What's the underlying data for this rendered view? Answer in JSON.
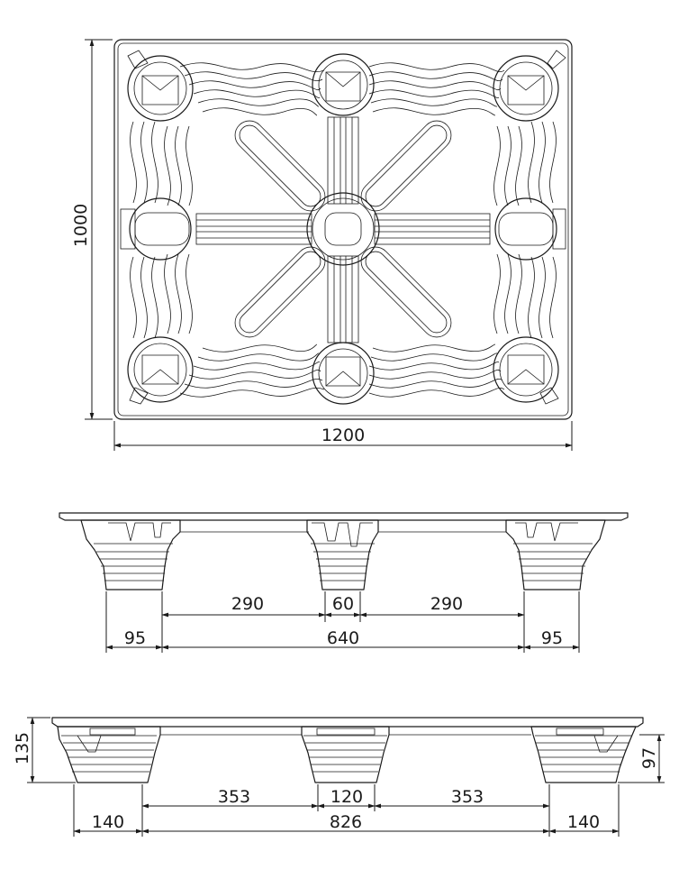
{
  "top_view": {
    "width_label": "1200",
    "depth_label": "1000"
  },
  "side_view_long": {
    "dims_upper": [
      "290",
      "60",
      "290"
    ],
    "dims_lower": [
      "95",
      "640",
      "95"
    ]
  },
  "side_view_short": {
    "dims_upper": [
      "353",
      "120",
      "353"
    ],
    "dims_lower": [
      "140",
      "826",
      "140"
    ],
    "height_total": "135",
    "height_foot": "97"
  }
}
